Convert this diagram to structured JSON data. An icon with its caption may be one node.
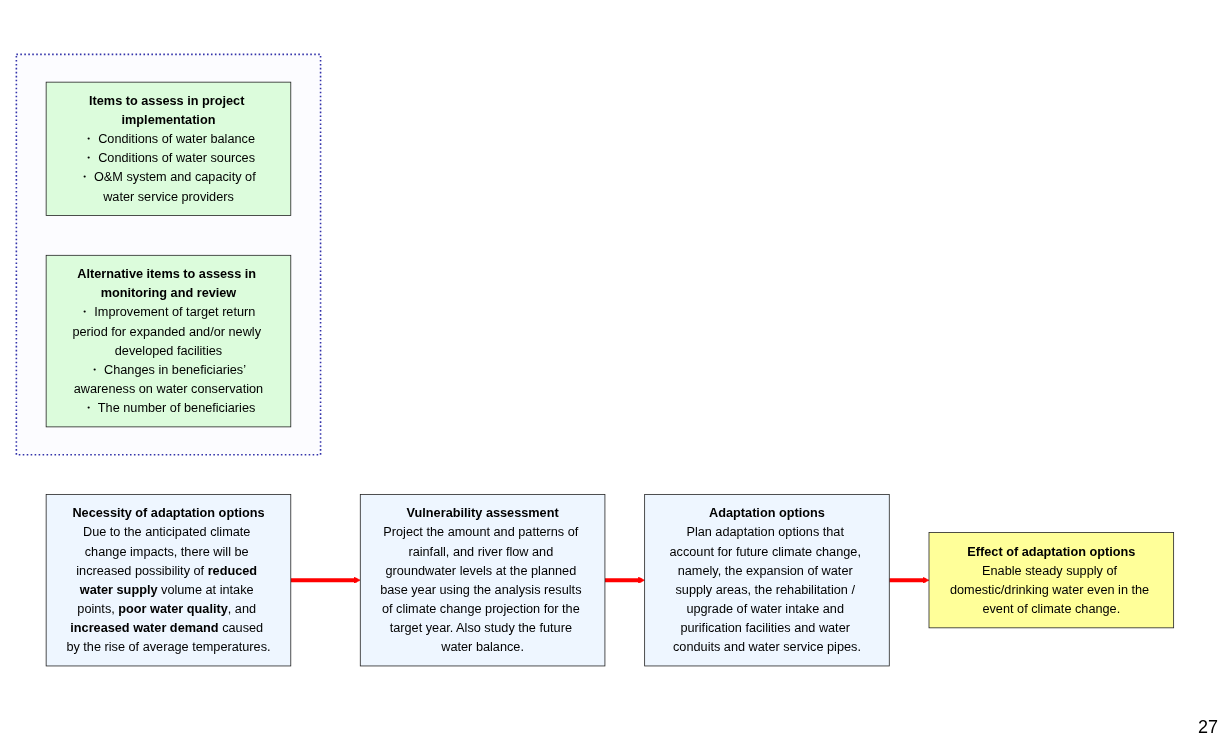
{
  "diagram": {
    "nodes": [
      {
        "text": [
          "Necessity of adaptation options",
          "Due to the anticipated climate change impacts, there will be increased possibility of **reduced water supply** volume at intake points, **poor water quality**, and **increased water demand** caused by the rise of average temperatures."
        ]
      },
      {
        "text": [
          "Vulnerability assessment",
          "Project the amount and patterns of rainfall, and river flow and groundwater levels at the planned base year using the analysis results of climate change projection for the target year. Also study the future water balance."
        ]
      },
      {
        "text": [
          "Adaptation options",
          "Plan adaptation options that account for future climate change, namely, the expansion of water supply areas, the rehabilitation / upgrade of water intake and purification facilities and water conduits and water service pipes."
        ]
      },
      {
        "text": [],
        "shape": "box"
      },
      {
        "text": [
          "Items to assess in project implementation",
          "・ Conditions of water balance",
          "・ Conditions of water sources",
          "・ O&M system and capacity of water service providers"
        ],
        "in": 3
      },
      {
        "text": [
          "Alternative items to assess in monitoring and review",
          "・ Improvement of target return period for expanded and/or newly developed facilities",
          "・ Changes in beneficiaries’ awareness on water conservation",
          "・ The number of beneficiaries"
        ],
        "in": 3
      },
      {
        "text": [
          "Effect of adaptation options",
          "Enable steady supply of domestic/drinking water even in the event of climate change."
        ]
      }
    ],
    "edges": [
      {
        "from": 0,
        "to": 1,
        "arrow": "to",
        "color": "#ff0000"
      },
      {
        "from": 1,
        "to": 2,
        "arrow": "to",
        "color": "#ff0000"
      },
      {
        "from": 2,
        "to": 6,
        "arrow": "to",
        "color": "#ff0000"
      }
    ],
    "labels": [
      "27"
    ]
  }
}
